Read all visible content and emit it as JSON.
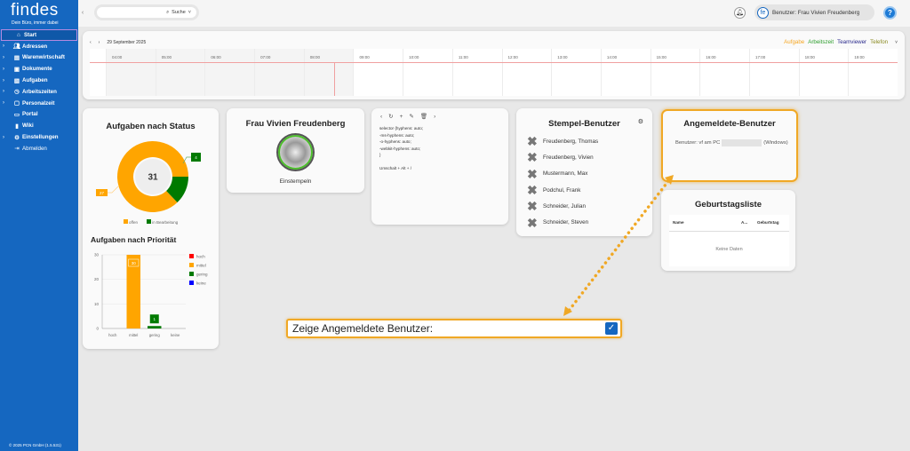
{
  "sidebar": {
    "logo": "findes",
    "slogan": "Dein Büro, immer dabei",
    "items": [
      {
        "label": "Start",
        "icon": "home-icon",
        "chev": false
      },
      {
        "label": "Adressen",
        "icon": "people-icon",
        "chev": true
      },
      {
        "label": "Warenwirtschaft",
        "icon": "storage-icon",
        "chev": true
      },
      {
        "label": "Dokumente",
        "icon": "archive-icon",
        "chev": true
      },
      {
        "label": "Aufgaben",
        "icon": "task-icon",
        "chev": true
      },
      {
        "label": "Arbeitszeiten",
        "icon": "clock-icon",
        "chev": true
      },
      {
        "label": "Personalzeit",
        "icon": "badge-icon",
        "chev": true
      },
      {
        "label": "Portal",
        "icon": "monitor-icon",
        "chev": false
      },
      {
        "label": "Wiki",
        "icon": "chart-icon",
        "chev": false
      },
      {
        "label": "Einstellungen",
        "icon": "gear-icon",
        "chev": true
      },
      {
        "label": "Abmelden",
        "icon": "logout-icon",
        "chev": false
      }
    ],
    "copyright": "© 2025 PCN GmbH (1.5.531)"
  },
  "topbar": {
    "search_label": "Suche",
    "user_label": "Benutzer: Frau Vivien Freudenberg",
    "avatar": "fe",
    "help": "?"
  },
  "calendar": {
    "date": "29 September 2025",
    "legend": [
      {
        "label": "Aufgabe",
        "color": "#f5a623"
      },
      {
        "label": "Arbeitszeit",
        "color": "#2e9e2e"
      },
      {
        "label": "Teamviewer",
        "color": "#2a2a8c"
      },
      {
        "label": "Telefon",
        "color": "#8a8a20"
      }
    ],
    "hours": [
      "04:00",
      "05:00",
      "06:00",
      "07:00",
      "08:00",
      "09:00",
      "10:00",
      "11:00",
      "12:00",
      "13:00",
      "14:00",
      "15:00",
      "16:00",
      "17:00",
      "18:00",
      "19:00"
    ]
  },
  "status_chart": {
    "title": "Aufgaben nach Status",
    "total": "31",
    "legend": [
      "offen",
      "in Bearbeitung"
    ],
    "chart_data": {
      "type": "pie",
      "categories": [
        "offen",
        "in Bearbeitung"
      ],
      "values": [
        27,
        4
      ],
      "colors": [
        "#ffa500",
        "#007a00"
      ]
    }
  },
  "priority_chart": {
    "title": "Aufgaben nach Priorität",
    "chart_data": {
      "type": "bar",
      "categories": [
        "hoch",
        "mittel",
        "gering",
        "keine"
      ],
      "values": [
        0,
        30,
        1,
        0
      ],
      "colors": [
        "#ff0000",
        "#ffa500",
        "#007a00",
        "#0000ff"
      ],
      "yticks": [
        "0",
        "10",
        "20",
        "30"
      ],
      "ylim": [
        0,
        30
      ]
    }
  },
  "stamp": {
    "title": "Frau Vivien Freudenberg",
    "button": "Einstempeln"
  },
  "notes": {
    "lines": [
      "selector {hyphens: auto;",
      "-ms-hyphens: auto;",
      "-o-hyphens: auto;",
      "-webkit-hyphens: auto;",
      "}",
      "",
      "Umschalt + Alt + /"
    ]
  },
  "stempel_users": {
    "title": "Stempel-Benutzer",
    "users": [
      "Freudenberg, Thomas",
      "Freudenberg, Vivien",
      "Mustermann, Max",
      "Podchul, Frank",
      "Schneider, Julian",
      "Schneider, Steven"
    ]
  },
  "logged_users": {
    "title": "Angemeldete-Benutzer",
    "prefix": "Benutzer: vf am PC",
    "suffix": "(Windows)"
  },
  "birthdays": {
    "title": "Geburtstagsliste",
    "columns": [
      "Name",
      "A...",
      "Geburtstag"
    ],
    "empty": "Keine Daten"
  },
  "overlay": {
    "label": "Zeige Angemeldete Benutzer:",
    "checked": true
  }
}
